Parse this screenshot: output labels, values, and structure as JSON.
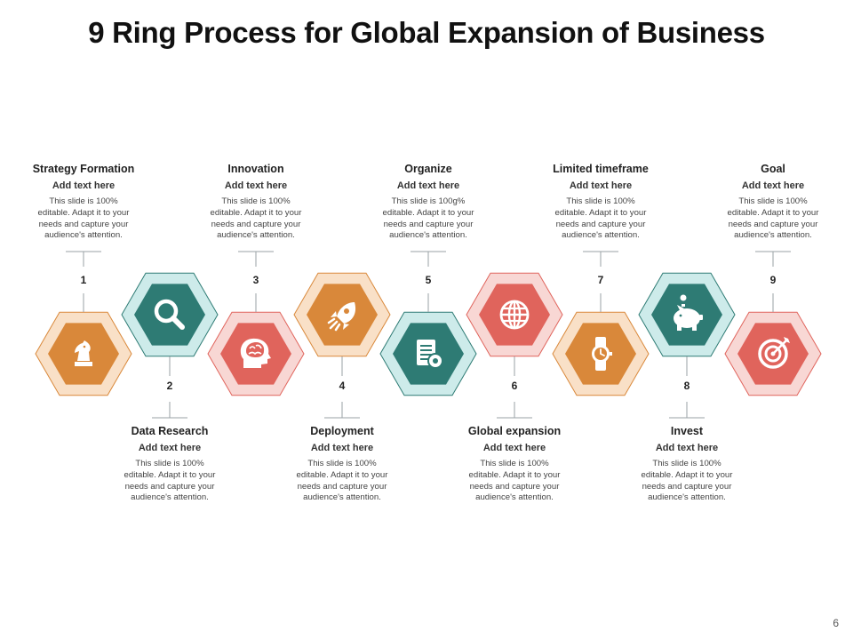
{
  "title": "9 Ring Process for Global Expansion of Business",
  "page_number": "6",
  "colors": {
    "orange": "#D9883A",
    "orange_ring": "#F9E0C7",
    "teal": "#2E7B74",
    "teal_ring": "#CDEBEA",
    "coral": "#E0645C",
    "coral_ring": "#F8D7D4",
    "connector": "#9AA0A6"
  },
  "steps": [
    {
      "number": "1",
      "heading": "Strategy Formation",
      "subheading": "Add text here",
      "body": [
        "This slide is 100%",
        "editable. Adapt it to your",
        "needs and capture your",
        "audience's attention."
      ],
      "icon": "chess-knight-icon",
      "color": "orange"
    },
    {
      "number": "2",
      "heading": "Data Research",
      "subheading": "Add text here",
      "body": [
        "This slide is 100%",
        "editable. Adapt it to your",
        "needs and capture your",
        "audience's attention."
      ],
      "icon": "magnifier-icon",
      "color": "teal"
    },
    {
      "number": "3",
      "heading": "Innovation",
      "subheading": "Add text here",
      "body": [
        "This slide is 100%",
        "editable. Adapt it to your",
        "needs and capture your",
        "audience's attention."
      ],
      "icon": "brain-head-icon",
      "color": "coral"
    },
    {
      "number": "4",
      "heading": "Deployment",
      "subheading": "Add text here",
      "body": [
        "This slide is 100%",
        "editable. Adapt it to your",
        "needs and capture your",
        "audience's attention."
      ],
      "icon": "rocket-icon",
      "color": "orange"
    },
    {
      "number": "5",
      "heading": "Organize",
      "subheading": "Add text here",
      "body": [
        "This slide is 100g%",
        "editable. Adapt it to your",
        "needs and capture your",
        "audience's attention."
      ],
      "icon": "document-gear-icon",
      "color": "teal"
    },
    {
      "number": "6",
      "heading": "Global expansion",
      "subheading": "Add text here",
      "body": [
        "This slide is 100%",
        "editable. Adapt it to your",
        "needs and capture your",
        "audience's attention."
      ],
      "icon": "globe-icon",
      "color": "coral"
    },
    {
      "number": "7",
      "heading": "Limited timeframe",
      "subheading": "Add text here",
      "body": [
        "This slide is 100%",
        "editable. Adapt it to your",
        "needs and capture your",
        "audience's attention."
      ],
      "icon": "wristwatch-icon",
      "color": "orange"
    },
    {
      "number": "8",
      "heading": "Invest",
      "subheading": "Add text here",
      "body": [
        "This slide is 100%",
        "editable. Adapt it to your",
        "needs and capture your",
        "audience's attention."
      ],
      "icon": "piggy-bank-icon",
      "color": "teal"
    },
    {
      "number": "9",
      "heading": "Goal",
      "subheading": "Add text here",
      "body": [
        "This slide is 100%",
        "editable. Adapt it to your",
        "needs and capture your",
        "audience's attention."
      ],
      "icon": "target-icon",
      "color": "coral"
    }
  ]
}
